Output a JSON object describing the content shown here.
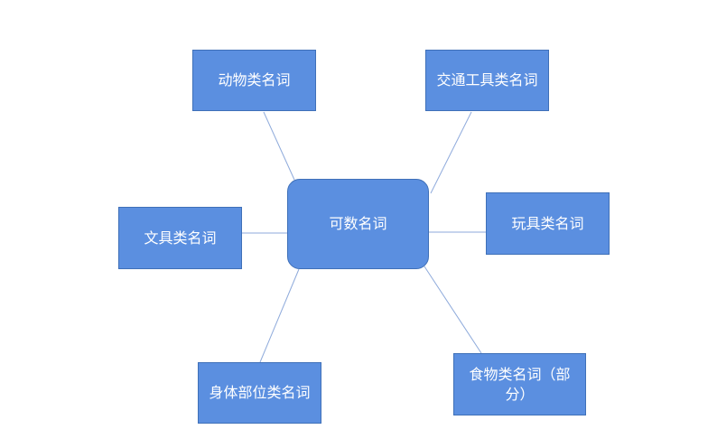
{
  "diagram": {
    "center": {
      "label": "可数名词"
    },
    "categories": [
      {
        "id": "animal",
        "label": "动物类名词"
      },
      {
        "id": "transport",
        "label": "交通工具类名词"
      },
      {
        "id": "stationery",
        "label": "文具类名词"
      },
      {
        "id": "toy",
        "label": "玩具类名词"
      },
      {
        "id": "body",
        "label": "身体部位类名词"
      },
      {
        "id": "food",
        "label": "食物类名词（部分）"
      }
    ]
  },
  "colors": {
    "node_fill": "#5b8fe0",
    "node_border": "#3f70b8",
    "connector": "#8eaadb",
    "text": "#ffffff"
  }
}
